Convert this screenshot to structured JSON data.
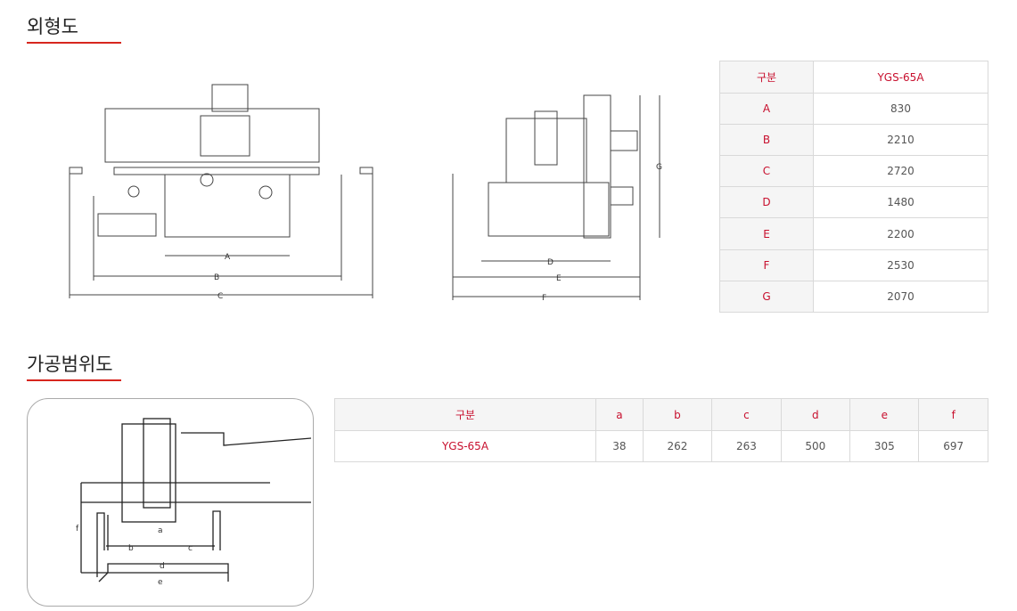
{
  "section1": {
    "title": "외형도",
    "table": {
      "header": [
        "구분",
        "YGS-65A"
      ],
      "rows": [
        [
          "A",
          "830"
        ],
        [
          "B",
          "2210"
        ],
        [
          "C",
          "2720"
        ],
        [
          "D",
          "1480"
        ],
        [
          "E",
          "2200"
        ],
        [
          "F",
          "2530"
        ],
        [
          "G",
          "2070"
        ]
      ]
    },
    "drawing_labels": {
      "front": [
        "A",
        "B",
        "C"
      ],
      "side": [
        "D",
        "E",
        "F",
        "G"
      ]
    }
  },
  "section2": {
    "title": "가공범위도",
    "table": {
      "header": [
        "구분",
        "a",
        "b",
        "c",
        "d",
        "e",
        "f"
      ],
      "row": [
        "YGS-65A",
        "38",
        "262",
        "263",
        "500",
        "305",
        "697"
      ]
    },
    "drawing_labels": [
      "a",
      "b",
      "c",
      "d",
      "e",
      "f"
    ]
  },
  "colors": {
    "accent": "#d7261e",
    "header_text": "#c8102e"
  }
}
